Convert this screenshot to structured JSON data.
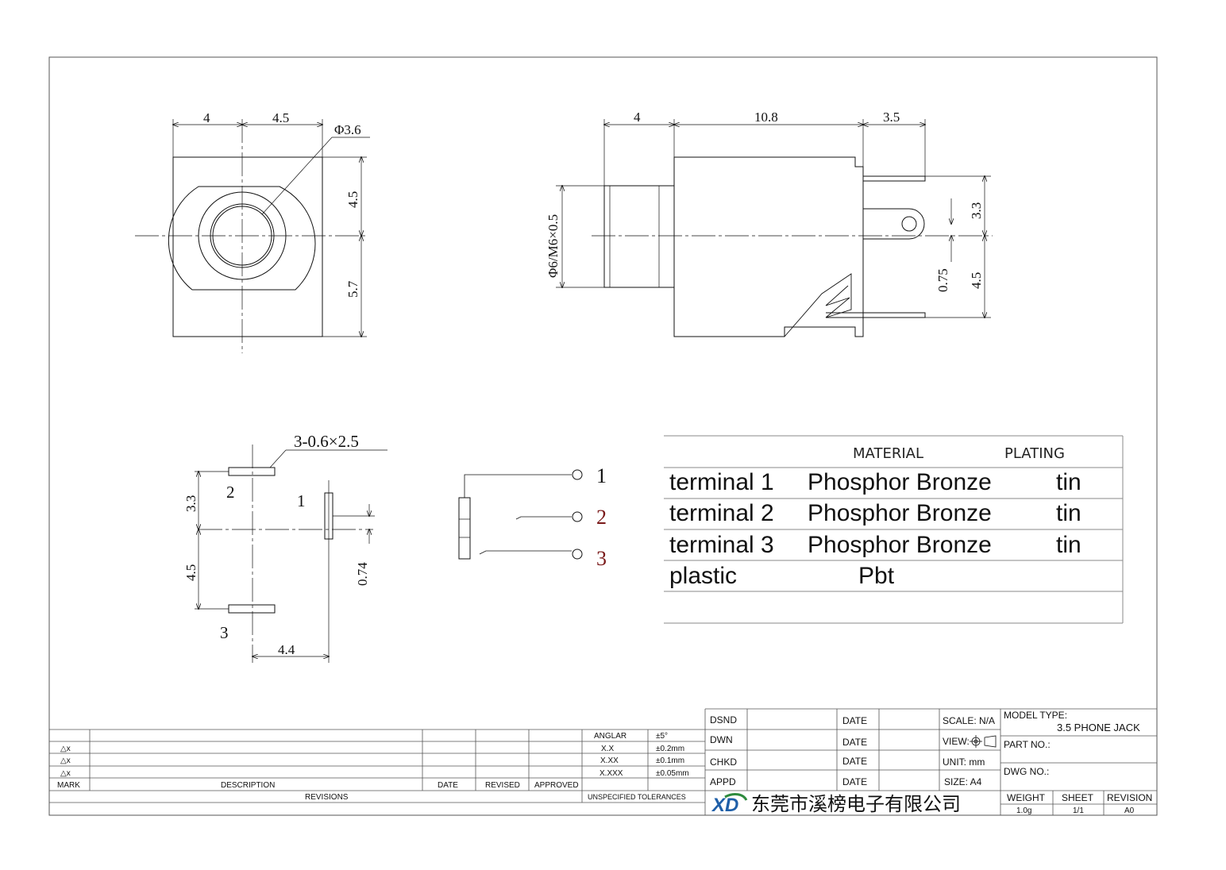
{
  "front_view": {
    "dim_top_left": "4",
    "dim_top_right": "4.5",
    "dim_bore": "Φ3.6",
    "dim_right_upper": "4.5",
    "dim_right_lower": "5.7"
  },
  "side_view": {
    "dim_top_1": "4",
    "dim_top_2": "10.8",
    "dim_top_3": "3.5",
    "dim_thread": "Φ6/M6×0.5",
    "dim_right_upper": "3.3",
    "dim_right_lower": "4.5",
    "dim_pin_offset": "0.75"
  },
  "footprint_view": {
    "dim_pins": "3-0.6×2.5",
    "dim_left_upper": "3.3",
    "dim_left_lower": "4.5",
    "dim_right": "0.74",
    "dim_bottom": "4.4",
    "pin_1": "1",
    "pin_2": "2",
    "pin_3": "3"
  },
  "schematic": {
    "pin_1": "1",
    "pin_2": "2",
    "pin_3": "3"
  },
  "material_table": {
    "header_material": "MATERIAL",
    "header_plating": "PLATING",
    "rows": [
      {
        "part": "terminal 1",
        "material": "Phosphor Bronze",
        "plating": "tin"
      },
      {
        "part": "terminal 2",
        "material": "Phosphor Bronze",
        "plating": "tin"
      },
      {
        "part": "terminal 3",
        "material": "Phosphor Bronze",
        "plating": "tin"
      },
      {
        "part": "plastic",
        "material": "Pbt",
        "plating": ""
      }
    ]
  },
  "title_block": {
    "revisions": {
      "marks": [
        "△x",
        "△x",
        "△x"
      ],
      "col_mark": "MARK",
      "col_description": "DESCRIPTION",
      "col_date": "DATE",
      "col_revised": "REVISED",
      "col_approved": "APPROVED",
      "footer": "REVISIONS"
    },
    "tolerances": {
      "rows": [
        {
          "label": "ANGLAR",
          "value": "±5°"
        },
        {
          "label": "X.X",
          "value": "±0.2mm"
        },
        {
          "label": "X.XX",
          "value": "±0.1mm"
        },
        {
          "label": "X.XXX",
          "value": "±0.05mm"
        }
      ],
      "footer": "UNSPECIFIED TOLERANCES"
    },
    "signoff": [
      {
        "role": "DSND",
        "date_label": "DATE"
      },
      {
        "role": "DWN",
        "date_label": "DATE"
      },
      {
        "role": "CHKD",
        "date_label": "DATE"
      },
      {
        "role": "APPD",
        "date_label": "DATE"
      }
    ],
    "scale": "SCALE: N/A",
    "view": "VIEW:",
    "unit": "UNIT: mm",
    "size": "SIZE: A4",
    "model_type_label": "MODEL TYPE:",
    "model_type_value": "3.5 PHONE JACK",
    "part_no_label": "PART NO.:",
    "dwg_no_label": "DWG NO.:",
    "company": "东莞市溪榜电子有限公司",
    "logo_text": "XD",
    "weight_label": "WEIGHT",
    "weight_value": "1.0g",
    "sheet_label": "SHEET",
    "sheet_value": "1/1",
    "revision_label": "REVISION",
    "revision_value": "A0"
  },
  "colors": {
    "line": "#111111",
    "accent_red": "#7a1a1a",
    "logo_blue": "#1f5fa8",
    "logo_green": "#2e8b3e"
  }
}
